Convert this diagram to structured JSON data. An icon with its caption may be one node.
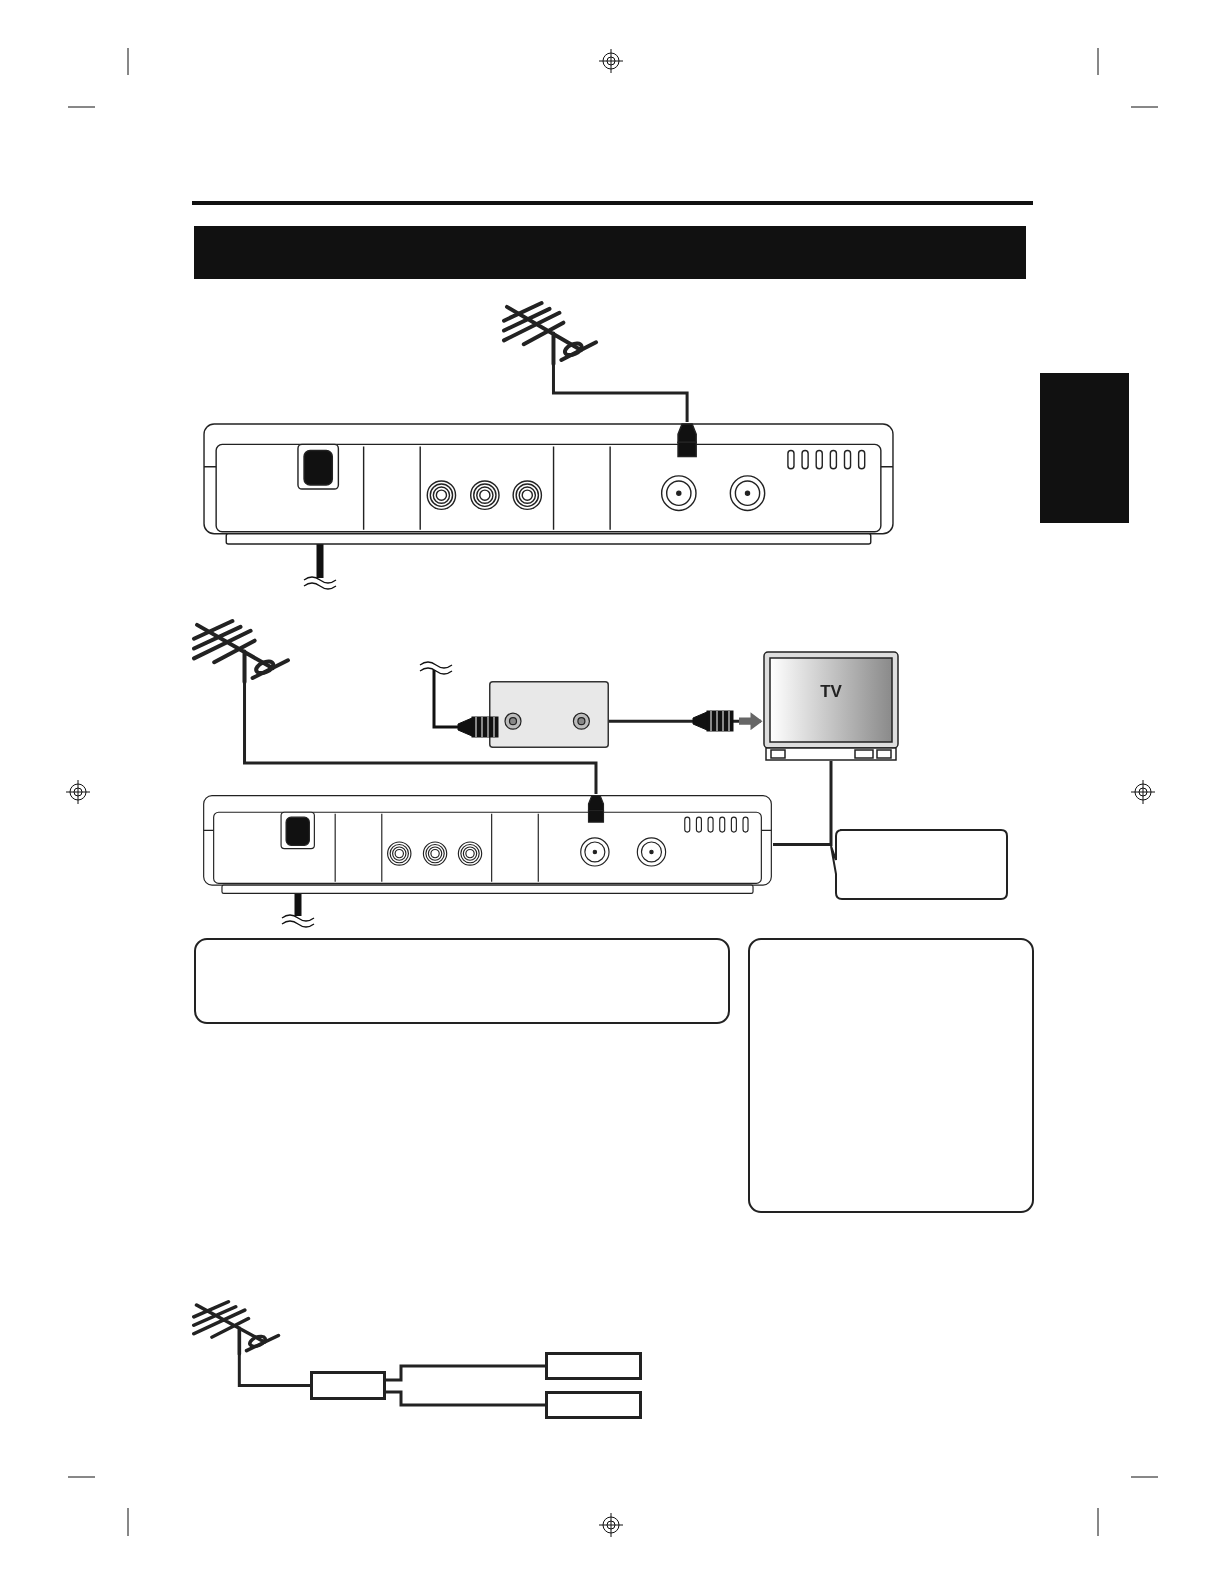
{
  "diagram": {
    "nodes": [
      {
        "text": [],
        "shape": "antenna"
      },
      {
        "text": [],
        "shape": "picture"
      },
      {
        "text": [],
        "shape": "antenna"
      },
      {
        "text": [],
        "shape": "box"
      },
      {
        "text": [
          "TV"
        ]
      },
      {
        "text": [],
        "shape": "picture"
      },
      {
        "text": [],
        "shape": "box"
      },
      {
        "text": [],
        "shape": "box"
      },
      {
        "text": [],
        "shape": "box"
      },
      {
        "text": [],
        "shape": "antenna"
      },
      {
        "text": [],
        "shape": "box"
      },
      {
        "text": [],
        "shape": "box"
      },
      {
        "text": [],
        "shape": "box"
      },
      {
        "text": [],
        "shape": "bar"
      },
      {
        "text": [],
        "shape": "bar"
      }
    ],
    "edges": [
      {
        "from": 0,
        "to": 1,
        "arrow": "none"
      },
      {
        "from": 2,
        "to": 5,
        "arrow": "none"
      },
      {
        "from": 3,
        "to": 4,
        "arrow": "to"
      },
      {
        "from": 5,
        "to": 4,
        "arrow": "none"
      },
      {
        "from": 9,
        "to": 10,
        "arrow": "none"
      },
      {
        "from": 10,
        "to": 11,
        "arrow": "none"
      },
      {
        "from": 10,
        "to": 12,
        "arrow": "none"
      }
    ]
  }
}
